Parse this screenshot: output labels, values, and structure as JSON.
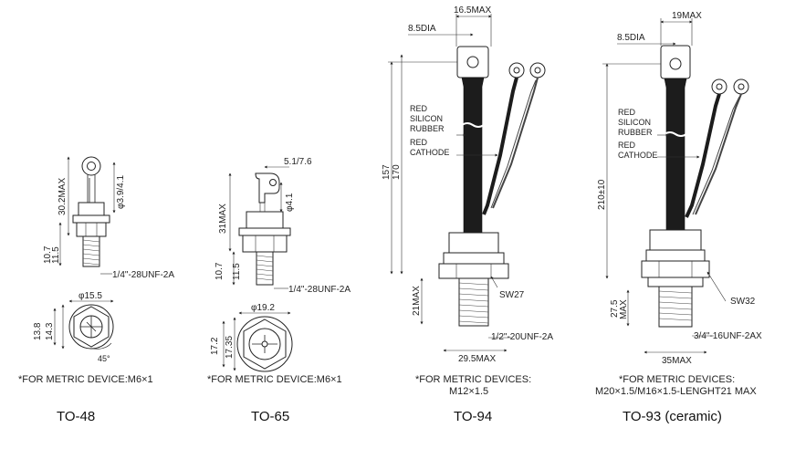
{
  "colors": {
    "ink": "#222222",
    "cable": "#1c1c1c",
    "background": "#ffffff"
  },
  "to48": {
    "caption": "TO-48",
    "dim_height": "30.2MAX",
    "dim_stud_dia": "φ3.9/4.1",
    "dim_base1": "10.7",
    "dim_base2": "11.5",
    "thread": "1/4\"-28UNF-2A",
    "dim_hex": "φ15.5",
    "dim_flat1": "13.8",
    "dim_flat2": "14.3",
    "angle": "45°",
    "note": "*FOR METRIC  DEVICE:M6×1"
  },
  "to65": {
    "caption": "TO-65",
    "dim_lug": "5.1/7.6",
    "dim_height": "31MAX",
    "dim_hole": "φ4.1",
    "dim_base1": "10.7",
    "dim_base2": "11.5",
    "thread": "1/4\"-28UNF-2A",
    "dim_hex": "φ19.2",
    "dim_flat1": "17.2",
    "dim_flat2": "17.35",
    "note": "*FOR METRIC DEVICE:M6×1"
  },
  "to94": {
    "caption": "TO-94",
    "dim_top": "16.5MAX",
    "dim_dia": "8.5DIA",
    "lead_label1": "RED",
    "lead_label2": "SILICON",
    "lead_label3": "RUBBER",
    "lead_label4": "RED",
    "lead_label5": "CATHODE",
    "dim_len1": "157",
    "dim_len2": "170",
    "dim_stud": "21MAX",
    "wrench": "SW27",
    "thread": "1/2\"-20UNF-2A",
    "dim_base": "29.5MAX",
    "note1": "*FOR METRIC DEVICES:",
    "note2": "M12×1.5"
  },
  "to93": {
    "caption": "TO-93 (ceramic)",
    "dim_top": "19MAX",
    "dim_dia": "8.5DIA",
    "lead_label1": "RED",
    "lead_label2": "SILICON",
    "lead_label3": "RUBBER",
    "lead_label4": "RED",
    "lead_label5": "CATHODE",
    "dim_len": "210±10",
    "dim_stud1": "27.5",
    "dim_stud2": "MAX",
    "wrench": "SW32",
    "thread": "3/4\"-16UNF-2AX",
    "dim_base": "35MAX",
    "note1": "*FOR METRIC DEVICES:",
    "note2": "M20×1.5/M16×1.5-LENGHT21 MAX"
  }
}
